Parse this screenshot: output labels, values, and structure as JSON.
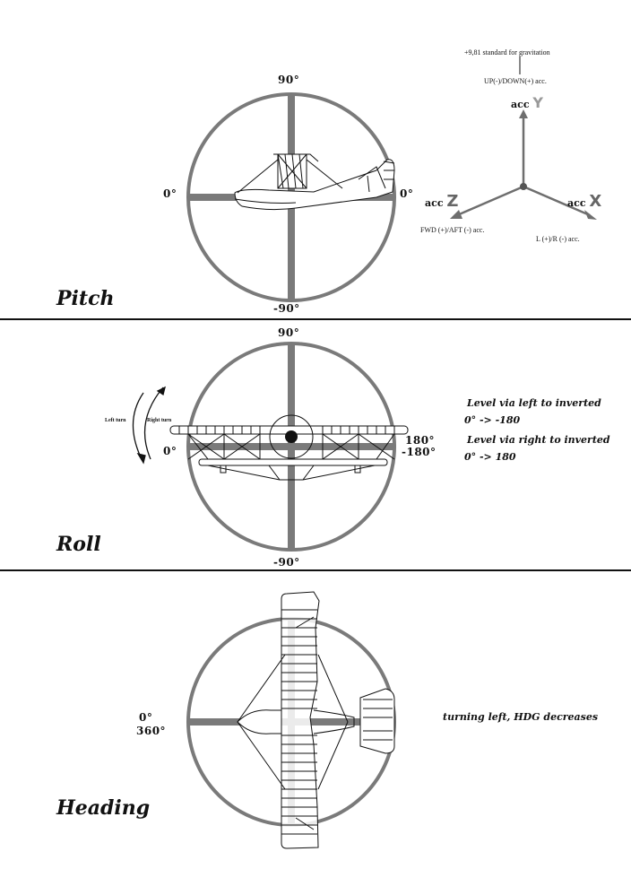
{
  "sections": {
    "pitch": {
      "title": "Pitch",
      "labels": {
        "top": "90°",
        "bottom": "-90°",
        "left": "0°",
        "right": "0°"
      }
    },
    "roll": {
      "title": "Roll",
      "labels": {
        "top": "90°",
        "bottom": "-90°",
        "left": "0°",
        "right_top": "180°",
        "right_bottom": "-180°"
      },
      "turn_labels": {
        "left": "Left turn",
        "right": "Right turn"
      },
      "notes": [
        "Level via left to inverted",
        "0° -> -180",
        "Level via right to inverted",
        "0° -> 180"
      ]
    },
    "heading": {
      "title": "Heading",
      "labels": {
        "left_top": "0°",
        "left_bottom": "360°"
      },
      "note": "turning left, HDG decreases"
    }
  },
  "axes": {
    "gravity_note": "+9,81 standard for gravitation",
    "y": {
      "label": "acc",
      "letter": "Y",
      "desc": "UP(-)/DOWN(+) acc."
    },
    "z": {
      "label": "acc",
      "letter": "Z",
      "desc": "FWD (+)/AFT (-) acc."
    },
    "x": {
      "label": "acc",
      "letter": "X",
      "desc": "L (+)/R (-) acc."
    }
  },
  "colors": {
    "ring": "#7a7a7a",
    "line": "#111111",
    "axis": "#6e6e6e"
  }
}
